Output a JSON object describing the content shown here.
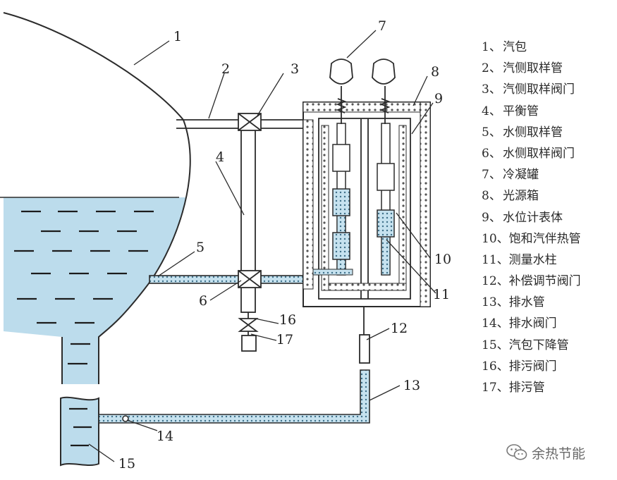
{
  "callouts": [
    "1",
    "2",
    "3",
    "4",
    "5",
    "6",
    "7",
    "8",
    "9",
    "10",
    "11",
    "12",
    "13",
    "14",
    "15",
    "16",
    "17"
  ],
  "legend": [
    {
      "num": "1、",
      "label": "汽包"
    },
    {
      "num": "2、",
      "label": "汽侧取样管"
    },
    {
      "num": "3、",
      "label": "汽侧取样阀门"
    },
    {
      "num": "4、",
      "label": "平衡管"
    },
    {
      "num": "5、",
      "label": "水侧取样管"
    },
    {
      "num": "6、",
      "label": "水侧取样阀门"
    },
    {
      "num": "7、",
      "label": "冷凝罐"
    },
    {
      "num": "8、",
      "label": "光源箱"
    },
    {
      "num": "9、",
      "label": "水位计表体"
    },
    {
      "num": "10、",
      "label": "饱和汽伴热管"
    },
    {
      "num": "11、",
      "label": "测量水柱"
    },
    {
      "num": "12、",
      "label": "补偿调节阀门"
    },
    {
      "num": "13、",
      "label": "排水管"
    },
    {
      "num": "14、",
      "label": "排水阀门"
    },
    {
      "num": "15、",
      "label": "汽包下降管"
    },
    {
      "num": "16、",
      "label": "排污阀门"
    },
    {
      "num": "17、",
      "label": "排污管"
    }
  ],
  "watermark": {
    "text": "余热节能",
    "icon": "wechat-icon"
  },
  "colors": {
    "water": "#bcdcec",
    "line": "#2b2b2b",
    "pipe_fill": "#8cc3dd"
  }
}
